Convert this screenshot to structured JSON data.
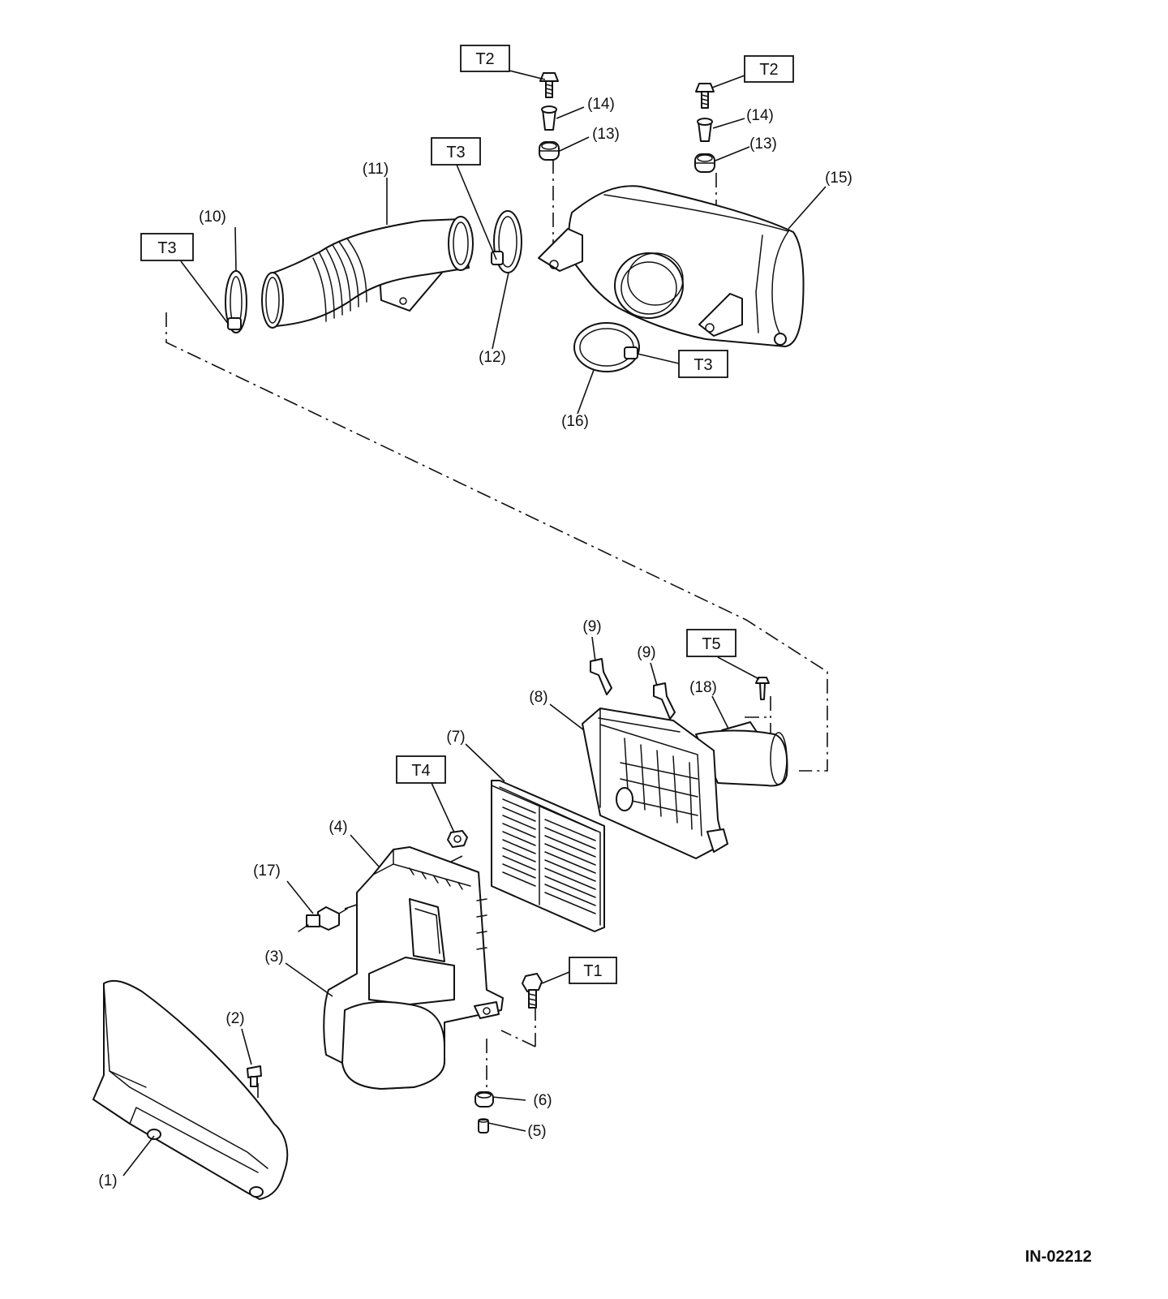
{
  "callouts": [
    "(1)",
    "(2)",
    "(3)",
    "(4)",
    "(5)",
    "(6)",
    "(7)",
    "(8)",
    "(9)",
    "(9)",
    "(10)",
    "(11)",
    "(12)",
    "(13)",
    "(13)",
    "(14)",
    "(14)",
    "(15)",
    "(16)",
    "(17)",
    "(18)"
  ],
  "torque_labels": [
    "T1",
    "T2",
    "T2",
    "T3",
    "T3",
    "T3",
    "T4",
    "T5"
  ],
  "figure_code": "IN-02212",
  "colors": {
    "line": "#111111",
    "background": "#ffffff"
  }
}
